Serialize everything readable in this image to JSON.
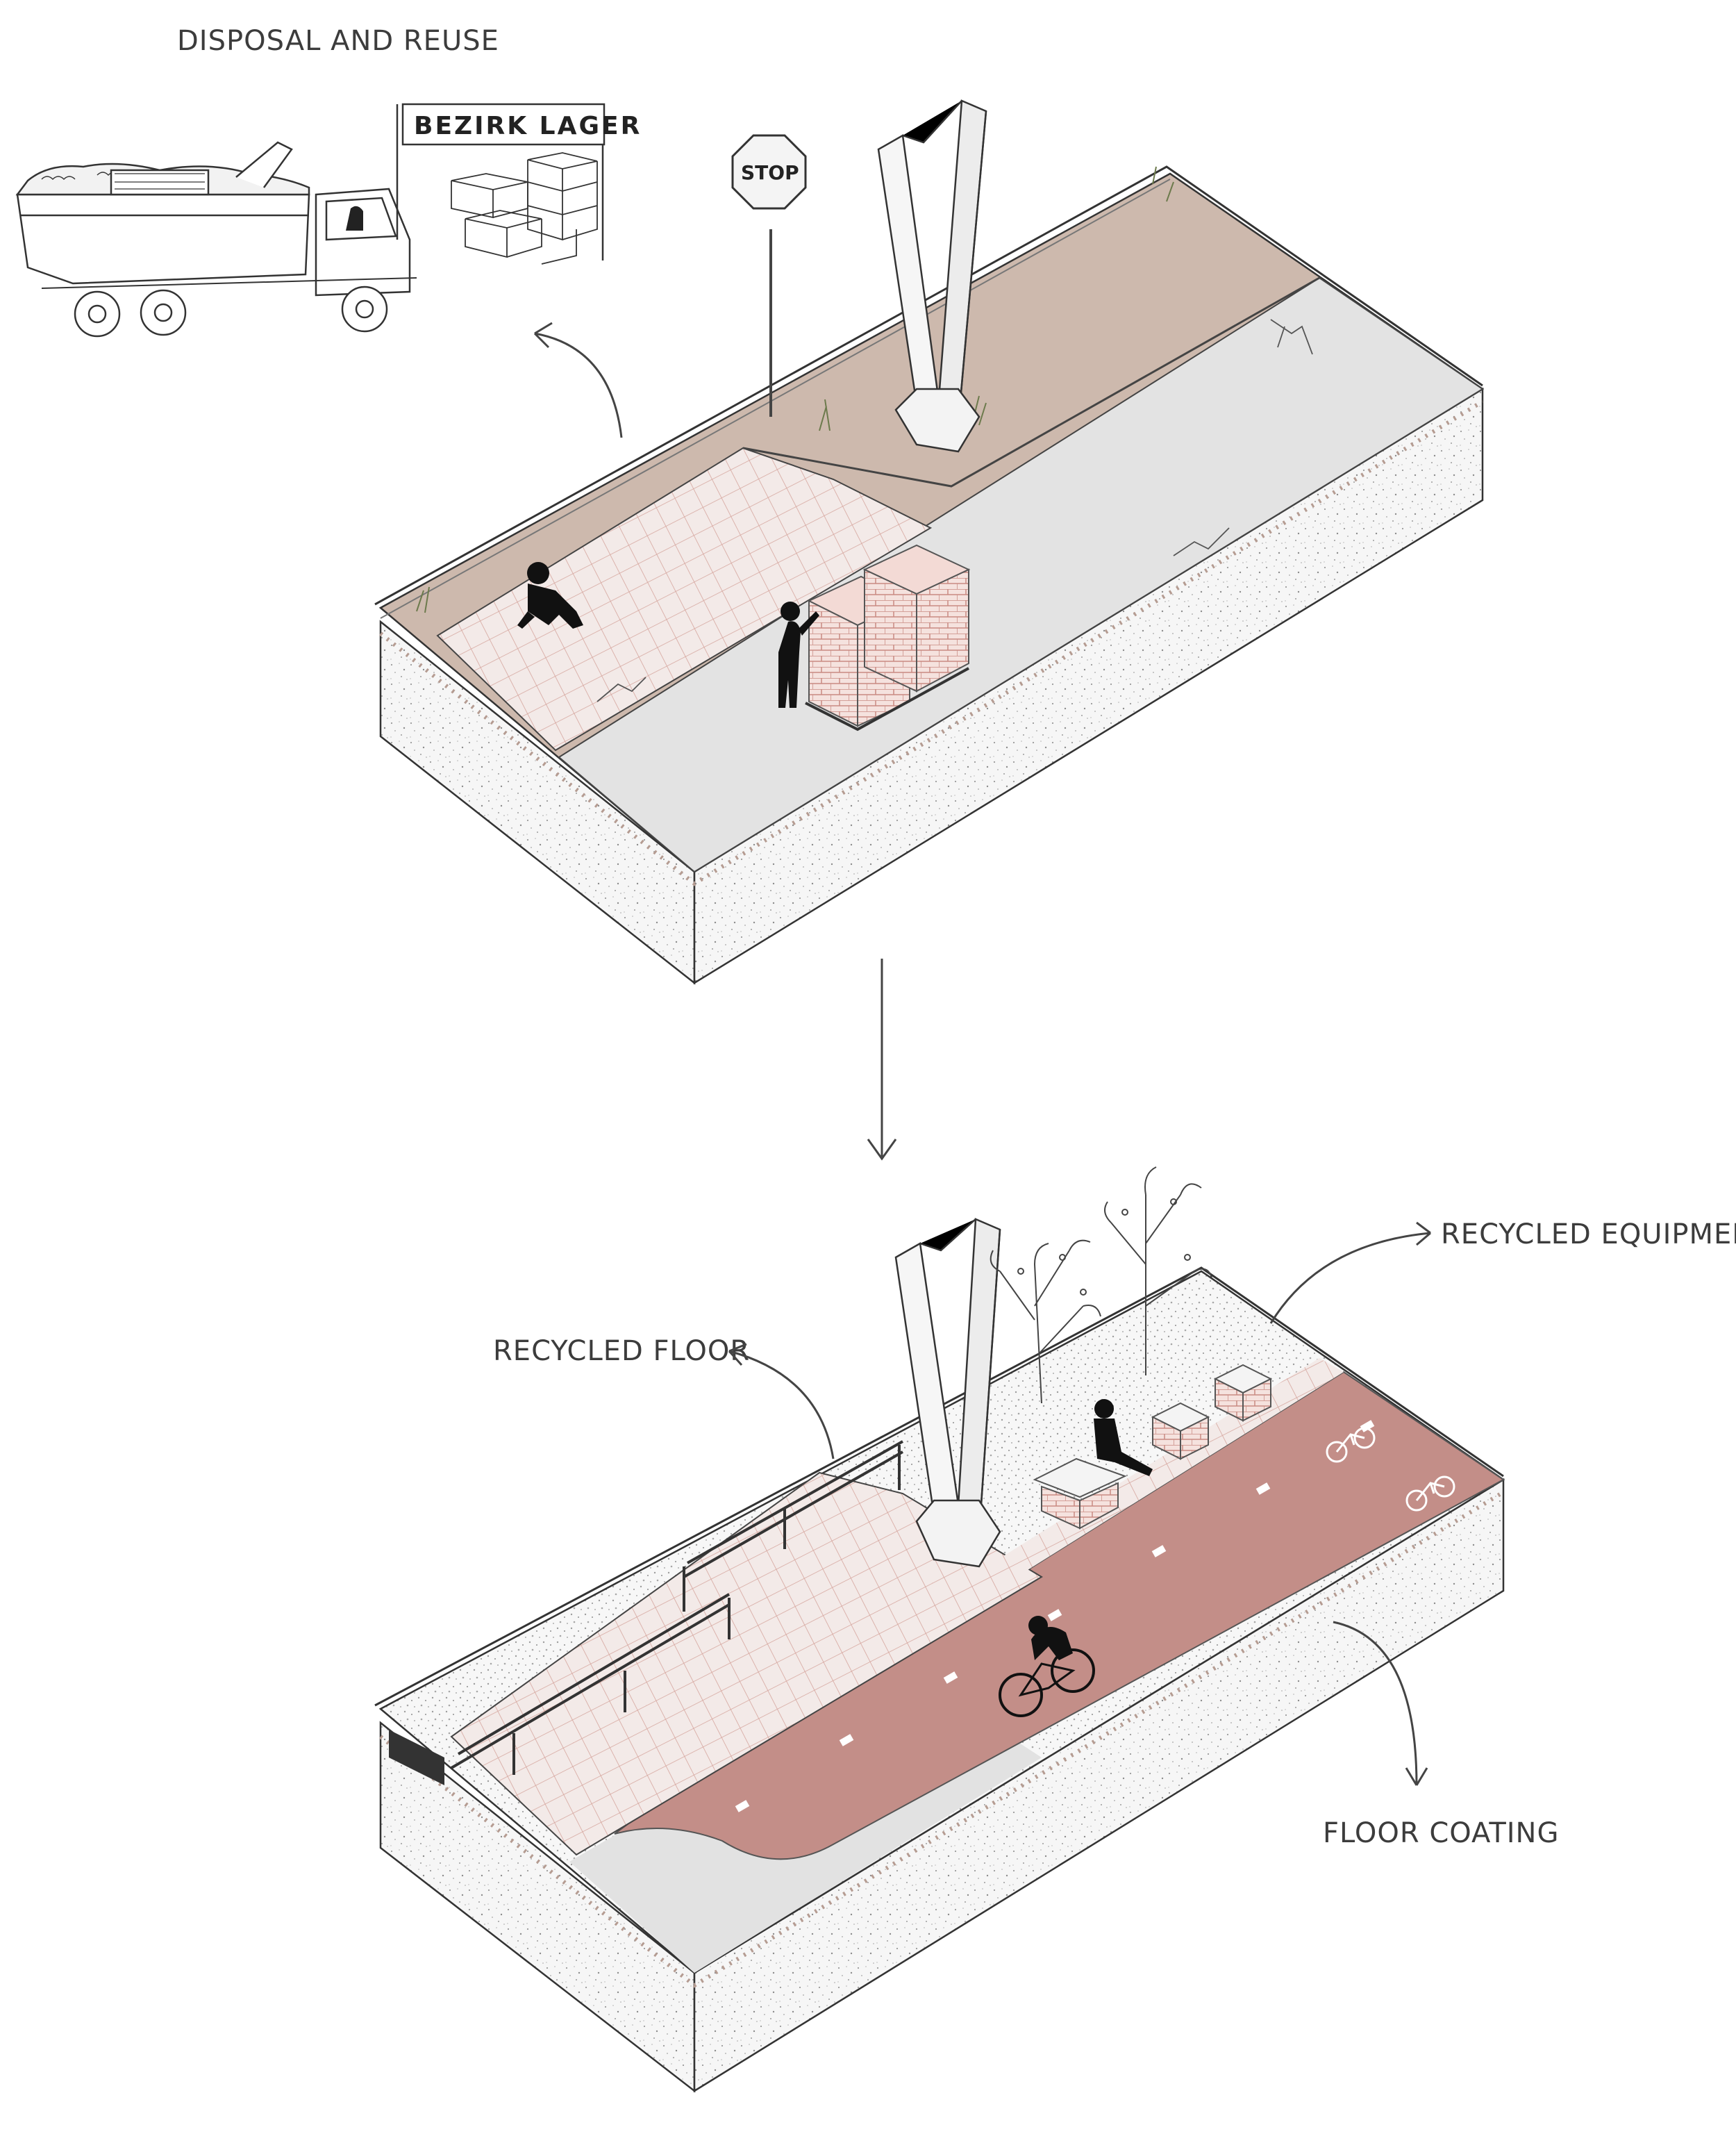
{
  "labels": {
    "disposal": "DISPOSAL AND REUSE",
    "recycled_floor": "RECYCLED FLOOR",
    "recycled_equipment": "RECYCLED EQUIPMENT",
    "floor_coating": "FLOOR COATING"
  },
  "signs": {
    "warehouse": "BEZIRK LAGER",
    "stop": "STOP"
  },
  "colors": {
    "soil": "#ccb8ac",
    "asphalt": "#e4e4e4",
    "paving": "#f2e8e6",
    "paving_line": "#d8aaa2",
    "bike_lane": "#c48f89",
    "gravel": "#f4f4f4",
    "ink": "#333333"
  },
  "icons": [
    "truck-icon",
    "warehouse-icon",
    "stop-sign-icon",
    "worker-icon",
    "pallet-icon",
    "pillar-icon",
    "railing-icon",
    "tree-icon",
    "bench-icon",
    "cyclist-icon",
    "bike-symbol-icon"
  ]
}
